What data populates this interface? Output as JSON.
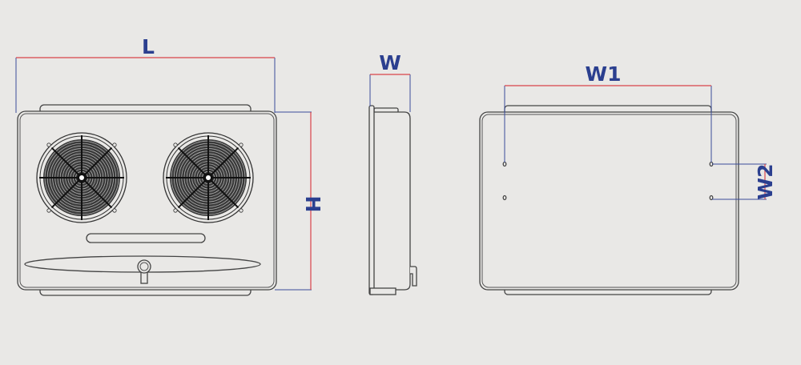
{
  "diagram": {
    "front_view": {
      "length_label": "L",
      "height_label": "H",
      "fan_count": 2
    },
    "side_view": {
      "depth_label": "W"
    },
    "back_view": {
      "hole_spacing_horizontal_label": "W1",
      "hole_spacing_vertical_label": "W2"
    },
    "colors": {
      "background": "#e9e8e6",
      "label": "#2b3f8f",
      "dimension_line": "#d9434a",
      "extension_line": "#3a4d9a",
      "outline": "#444444"
    }
  }
}
